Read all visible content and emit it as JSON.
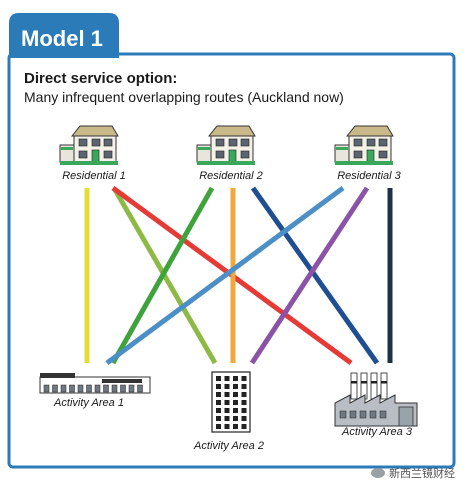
{
  "header": {
    "tab_label": "Model 1",
    "title": "Direct service option:",
    "subtitle": "Many infrequent overlapping routes (Auckland now)"
  },
  "colors": {
    "frame": "#2b7bb9",
    "yellow": "#e3dc3a",
    "olive": "#8dba45",
    "red": "#e53a35",
    "green": "#3ea33a",
    "orange": "#efa93d",
    "navy": "#1f4f92",
    "lightblue": "#4b8fc6",
    "purple": "#8c52a8",
    "darknavy": "#1c3145"
  },
  "origins": [
    {
      "label": "Residential 1",
      "icon": "house-icon"
    },
    {
      "label": "Residential 2",
      "icon": "house-icon"
    },
    {
      "label": "Residential 3",
      "icon": "house-icon"
    }
  ],
  "destinations": [
    {
      "label": "Activity Area 1",
      "icon": "retail-building-icon"
    },
    {
      "label": "Activity Area 2",
      "icon": "office-tower-icon"
    },
    {
      "label": "Activity Area 3",
      "icon": "factory-icon"
    }
  ],
  "routes": [
    {
      "from": 0,
      "to": 0,
      "color": "yellow"
    },
    {
      "from": 0,
      "to": 1,
      "color": "olive"
    },
    {
      "from": 0,
      "to": 2,
      "color": "red"
    },
    {
      "from": 1,
      "to": 0,
      "color": "green"
    },
    {
      "from": 1,
      "to": 1,
      "color": "orange"
    },
    {
      "from": 1,
      "to": 2,
      "color": "navy"
    },
    {
      "from": 2,
      "to": 0,
      "color": "lightblue"
    },
    {
      "from": 2,
      "to": 1,
      "color": "purple"
    },
    {
      "from": 2,
      "to": 2,
      "color": "darknavy"
    }
  ],
  "watermark": {
    "text": "新西兰镜财经",
    "icon": "wechat-icon"
  }
}
